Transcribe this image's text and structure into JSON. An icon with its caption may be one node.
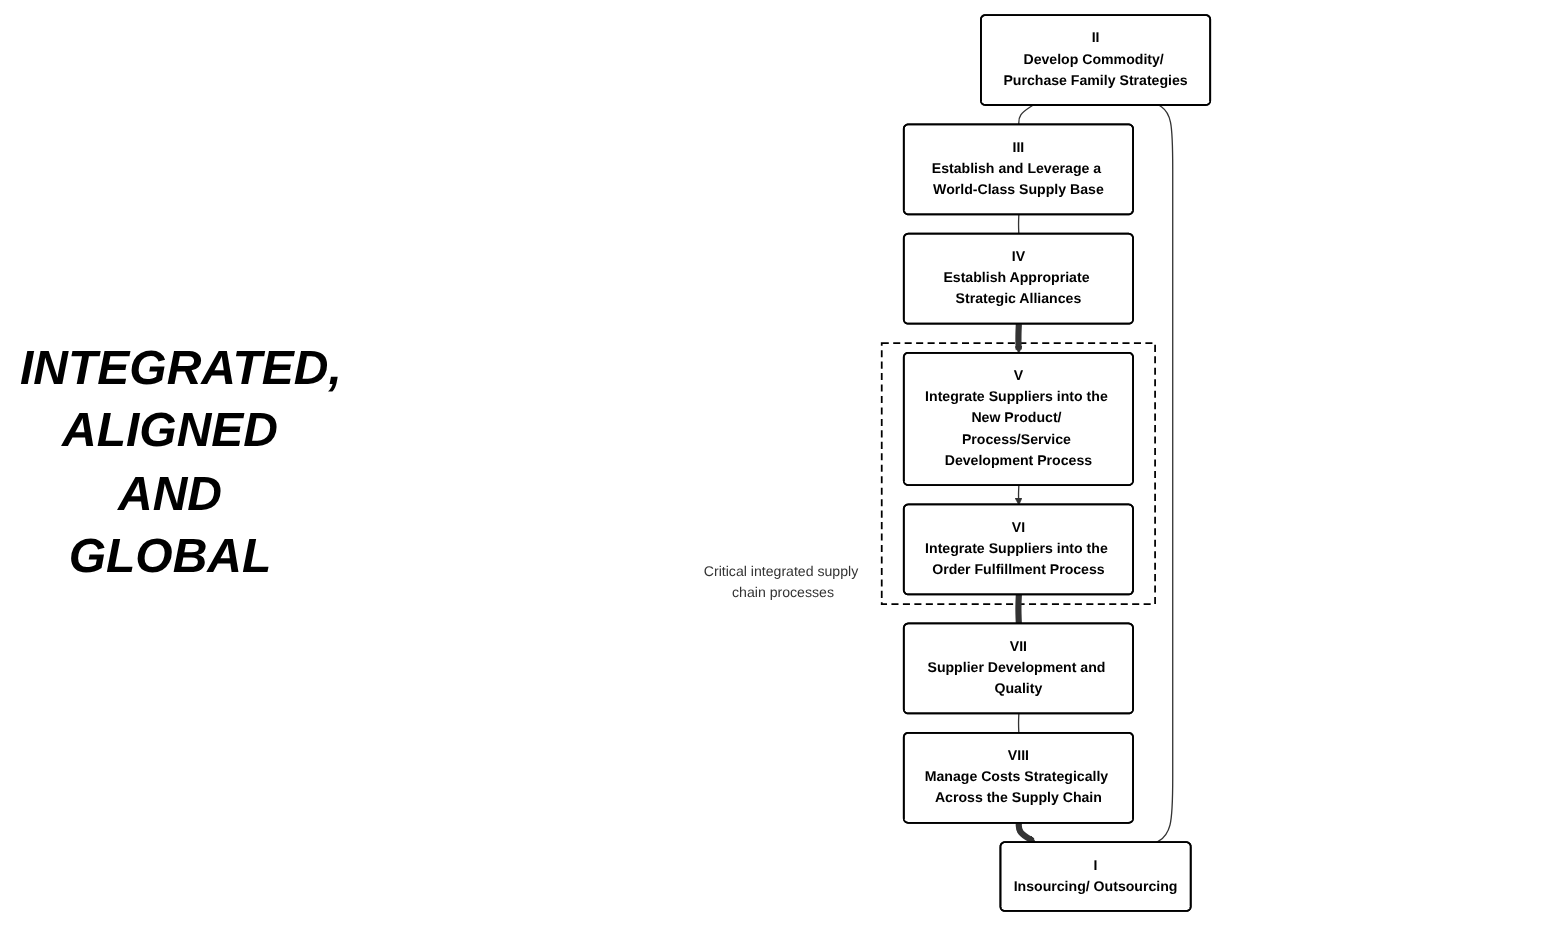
{
  "diagram": {
    "nodes": [
      {
        "text": [
          "II",
          "Develop Commodity/ Purchase Family Strategies"
        ]
      },
      {
        "text": [
          "III",
          "Establish and Leverage a World-Class Supply Base"
        ]
      },
      {
        "text": [
          "IV",
          "Establish Appropriate Strategic Alliances"
        ]
      },
      {
        "text": [
          "I",
          "Insourcing/ Outsourcing"
        ]
      },
      {
        "text": [
          "Critical integrated supply chain processes"
        ]
      },
      {
        "text": [
          "V",
          "Integrate Suppliers into the New Product/ Process/Service Development Process"
        ],
        "in": 4
      },
      {
        "text": [
          "VI",
          "Integrate Suppliers into the Order Fulfillment Process"
        ],
        "in": 4
      },
      {
        "text": [
          "VIII",
          "Manage Costs Strategically Across the Supply Chain"
        ]
      },
      {
        "text": [
          "VII",
          "Supplier Development and Quality"
        ]
      }
    ],
    "edges": [
      {
        "from": 3,
        "to": 0,
        "arrow": "none"
      },
      {
        "from": 0,
        "to": 1,
        "arrow": "none"
      },
      {
        "from": 1,
        "to": 2,
        "arrow": "none"
      },
      {
        "from": 2,
        "to": 5,
        "arrow": "to",
        "style": "thick"
      },
      {
        "from": 5,
        "to": 6,
        "arrow": "to"
      },
      {
        "from": 6,
        "to": 8,
        "arrow": "none",
        "style": "thick"
      },
      {
        "from": 8,
        "to": 7,
        "arrow": "none"
      },
      {
        "from": 7,
        "to": 3,
        "arrow": "to",
        "style": "thick"
      }
    ],
    "labels": [
      "INTEGRATED, ALIGNED AND GLOBAL"
    ]
  }
}
